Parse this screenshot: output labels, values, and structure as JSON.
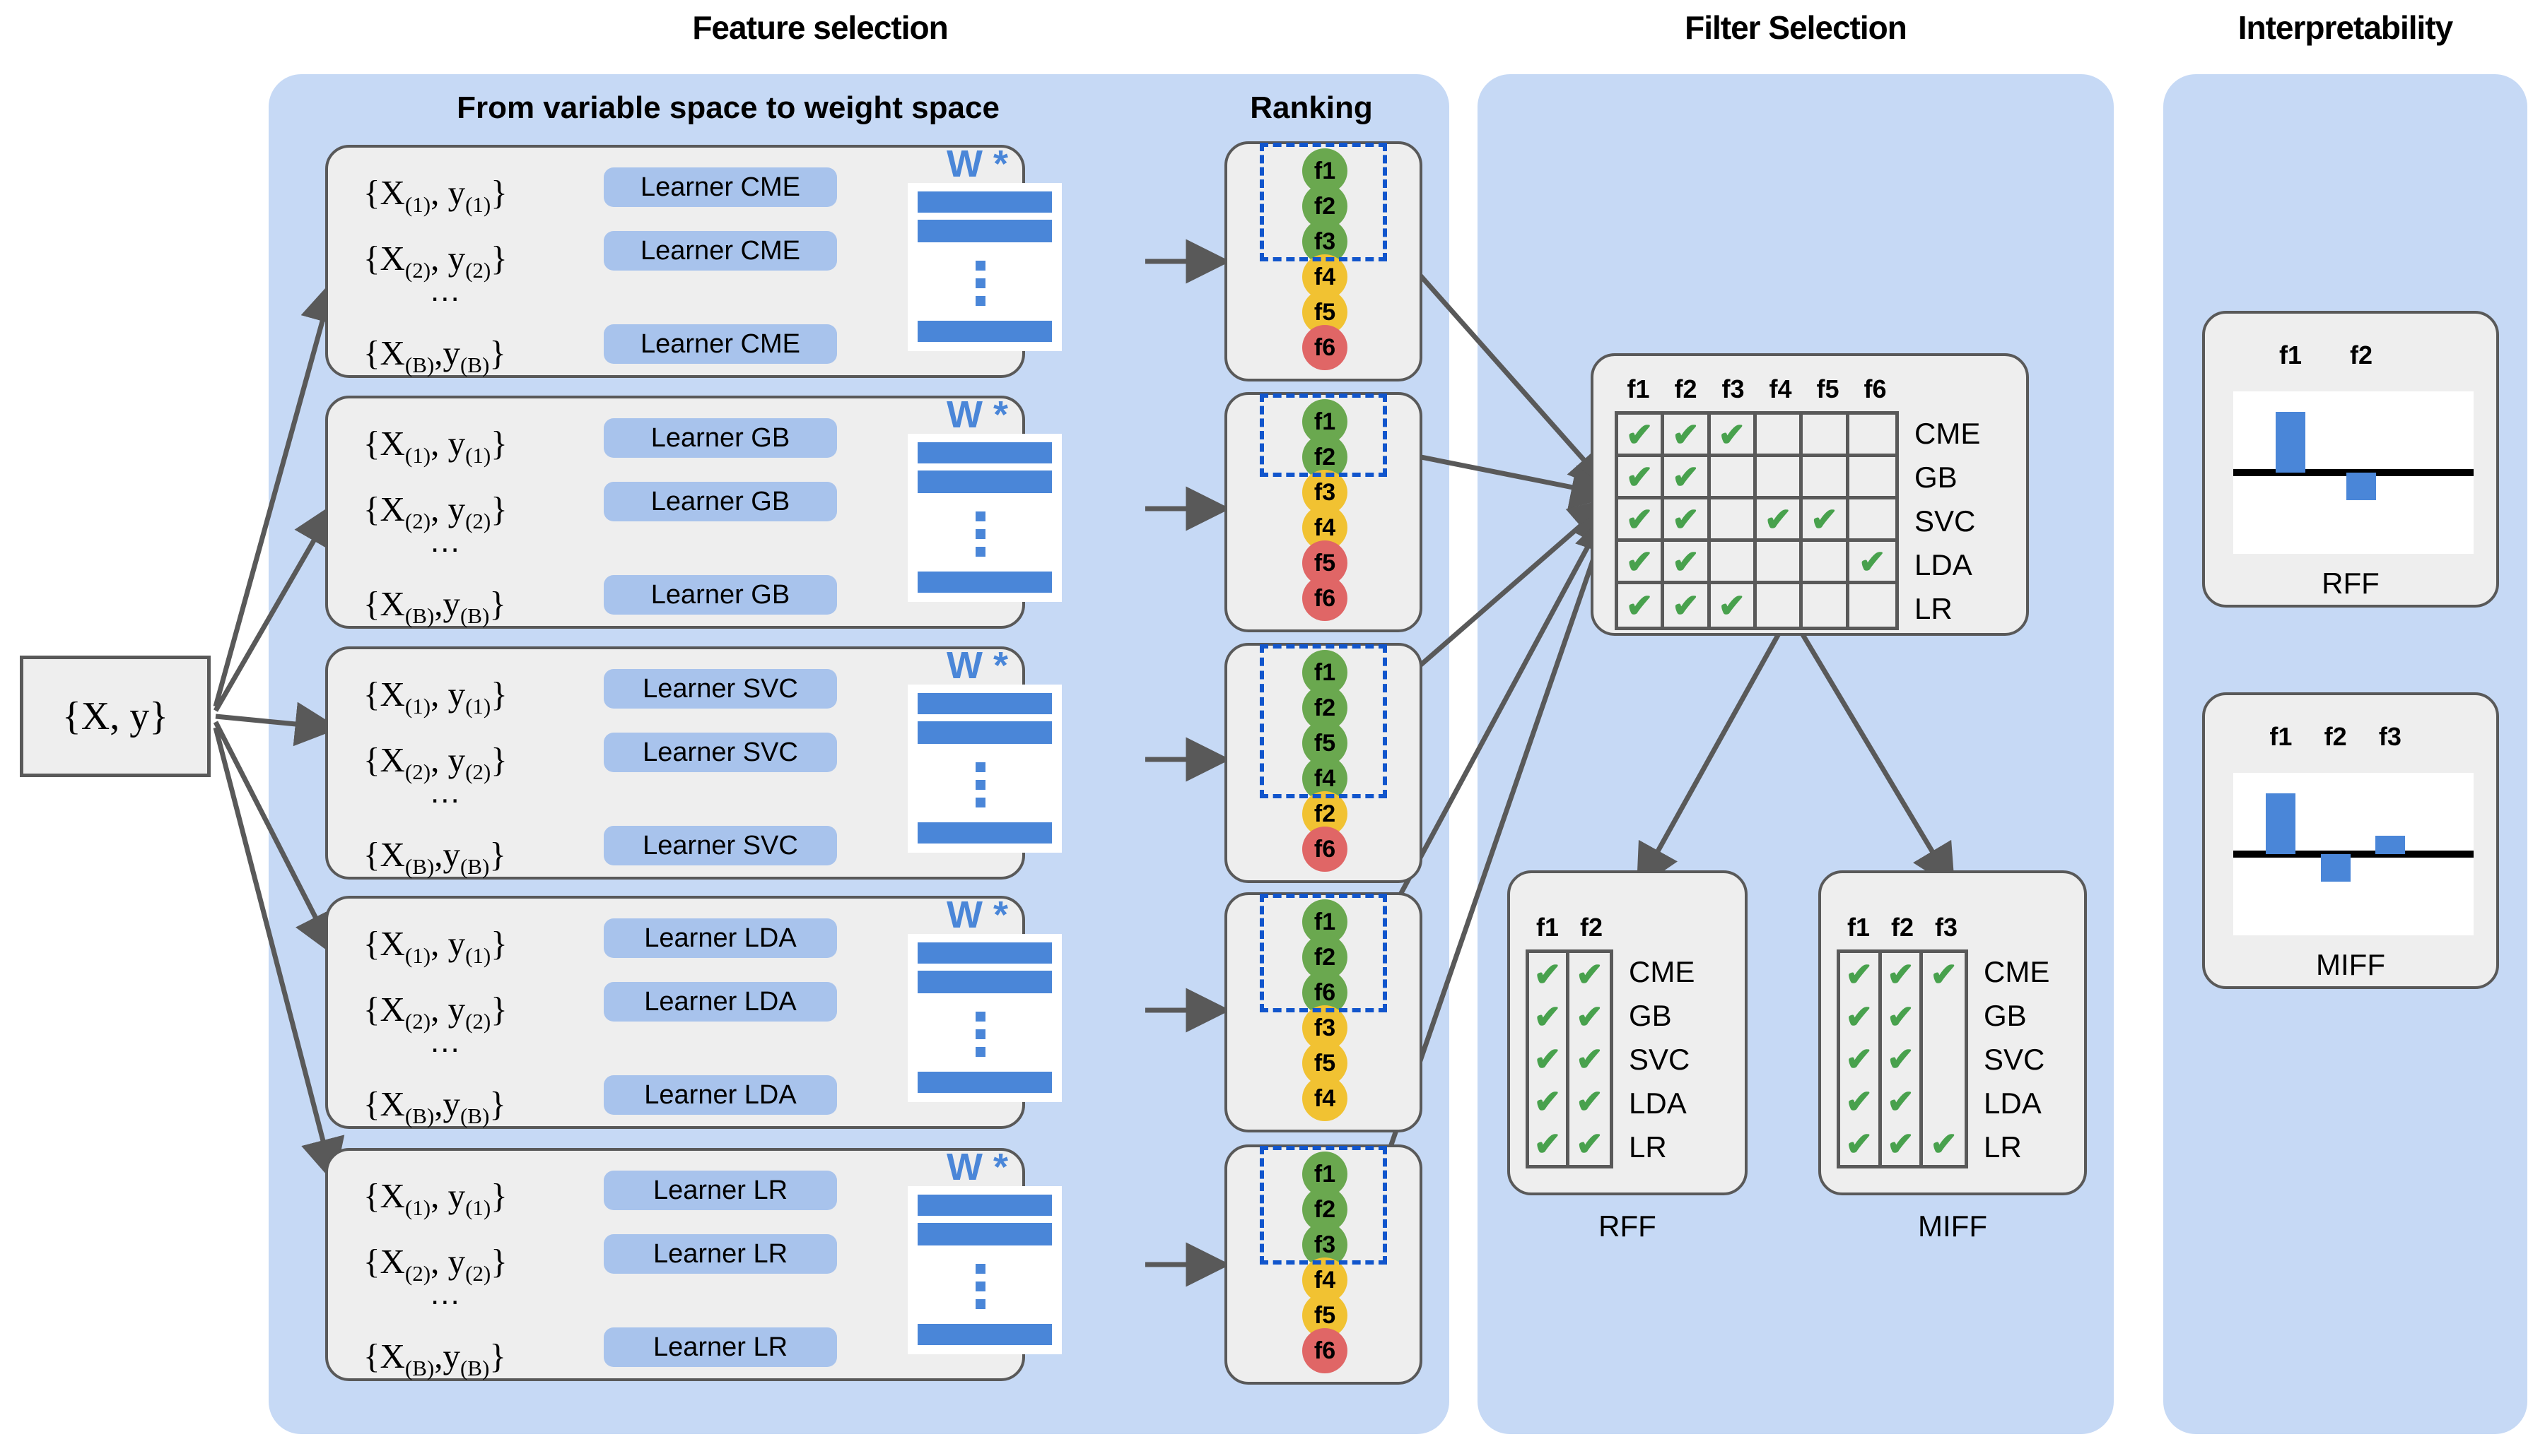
{
  "panels": {
    "feature_selection": {
      "title": "Feature selection",
      "subtitle_left": "From variable space to weight space",
      "subtitle_right": "Ranking"
    },
    "filter_selection": {
      "title": "Filter Selection"
    },
    "interpretability": {
      "title": "Interpretability"
    }
  },
  "input_node": {
    "label": "{X, y}"
  },
  "dataset_labels": {
    "first": "{X(1),  y(1)}",
    "second": "{X(2),  y(2)}",
    "ellipsis": "...",
    "last": "{X(B),y(B)}"
  },
  "weight_label": "W *",
  "blocks": [
    {
      "learner": "Learner CME",
      "model": "CME",
      "ranking": [
        {
          "f": "f1",
          "color": "green"
        },
        {
          "f": "f2",
          "color": "green"
        },
        {
          "f": "f3",
          "color": "green"
        },
        {
          "f": "f4",
          "color": "yellow"
        },
        {
          "f": "f5",
          "color": "yellow"
        },
        {
          "f": "f6",
          "color": "red"
        }
      ],
      "selected_count": 3
    },
    {
      "learner": "Learner GB",
      "model": "GB",
      "ranking": [
        {
          "f": "f1",
          "color": "green"
        },
        {
          "f": "f2",
          "color": "green"
        },
        {
          "f": "f3",
          "color": "yellow"
        },
        {
          "f": "f4",
          "color": "yellow"
        },
        {
          "f": "f5",
          "color": "red"
        },
        {
          "f": "f6",
          "color": "red"
        }
      ],
      "selected_count": 2
    },
    {
      "learner": "Learner SVC",
      "model": "SVC",
      "ranking": [
        {
          "f": "f1",
          "color": "green"
        },
        {
          "f": "f2",
          "color": "green"
        },
        {
          "f": "f5",
          "color": "green"
        },
        {
          "f": "f4",
          "color": "green"
        },
        {
          "f": "f2",
          "color": "yellow"
        },
        {
          "f": "f6",
          "color": "red"
        }
      ],
      "selected_count": 4
    },
    {
      "learner": "Learner LDA",
      "model": "LDA",
      "ranking": [
        {
          "f": "f1",
          "color": "green"
        },
        {
          "f": "f2",
          "color": "green"
        },
        {
          "f": "f6",
          "color": "green"
        },
        {
          "f": "f3",
          "color": "yellow"
        },
        {
          "f": "f5",
          "color": "yellow"
        },
        {
          "f": "f4",
          "color": "yellow"
        }
      ],
      "selected_count": 3
    },
    {
      "learner": "Learner LR",
      "model": "LR",
      "ranking": [
        {
          "f": "f1",
          "color": "green"
        },
        {
          "f": "f2",
          "color": "green"
        },
        {
          "f": "f3",
          "color": "green"
        },
        {
          "f": "f4",
          "color": "yellow"
        },
        {
          "f": "f5",
          "color": "yellow"
        },
        {
          "f": "f6",
          "color": "red"
        }
      ],
      "selected_count": 3
    }
  ],
  "main_matrix": {
    "columns": [
      "f1",
      "f2",
      "f3",
      "f4",
      "f5",
      "f6"
    ],
    "rows": [
      "CME",
      "GB",
      "SVC",
      "LDA",
      "LR"
    ],
    "checks": [
      [
        true,
        true,
        true,
        false,
        false,
        false
      ],
      [
        true,
        true,
        false,
        false,
        false,
        false
      ],
      [
        true,
        true,
        false,
        true,
        true,
        false
      ],
      [
        true,
        true,
        false,
        false,
        false,
        true
      ],
      [
        true,
        true,
        true,
        false,
        false,
        false
      ]
    ],
    "check_glyph": "✔"
  },
  "rff_table": {
    "caption": "RFF",
    "columns": [
      "f1",
      "f2"
    ],
    "rows": [
      "CME",
      "GB",
      "SVC",
      "LDA",
      "LR"
    ],
    "checks": [
      [
        true,
        true
      ],
      [
        true,
        true
      ],
      [
        true,
        true
      ],
      [
        true,
        true
      ],
      [
        true,
        true
      ]
    ]
  },
  "miff_table": {
    "caption": "MIFF",
    "columns": [
      "f1",
      "f2",
      "f3"
    ],
    "rows": [
      "CME",
      "GB",
      "SVC",
      "LDA",
      "LR"
    ],
    "checks": [
      [
        true,
        true,
        true
      ],
      [
        true,
        true,
        false
      ],
      [
        true,
        true,
        false
      ],
      [
        true,
        true,
        false
      ],
      [
        true,
        true,
        true
      ]
    ]
  },
  "chart_data": [
    {
      "type": "bar",
      "title": "RFF",
      "categories": [
        "f1",
        "f2"
      ],
      "values": [
        1.0,
        -0.45
      ],
      "xlabel": "",
      "ylabel": "",
      "ylim": [
        -1.2,
        1.2
      ],
      "grid": false,
      "legend": "none",
      "zero_line": true,
      "bar_color": "#4a86d8"
    },
    {
      "type": "bar",
      "title": "MIFF",
      "categories": [
        "f1",
        "f2",
        "f3"
      ],
      "values": [
        1.0,
        -0.45
      ],
      "series": [
        {
          "name": "importance",
          "values": [
            1.0,
            -0.45,
            0.3
          ]
        }
      ],
      "xlabel": "",
      "ylabel": "",
      "ylim": [
        -1.2,
        1.2
      ],
      "grid": false,
      "legend": "none",
      "zero_line": true,
      "bar_color": "#4a86d8"
    }
  ],
  "colors": {
    "panel_bg": "#c6d9f5",
    "card_bg": "#eeeeee",
    "card_border": "#595959",
    "learner_bg": "#a8c3ec",
    "weight_bar": "#4a86d8",
    "node_green": "#6aa84f",
    "node_yellow": "#f1c232",
    "node_red": "#e06666",
    "check_green": "#48a14d",
    "dash_blue": "#1155cc",
    "arrow": "#595959"
  }
}
